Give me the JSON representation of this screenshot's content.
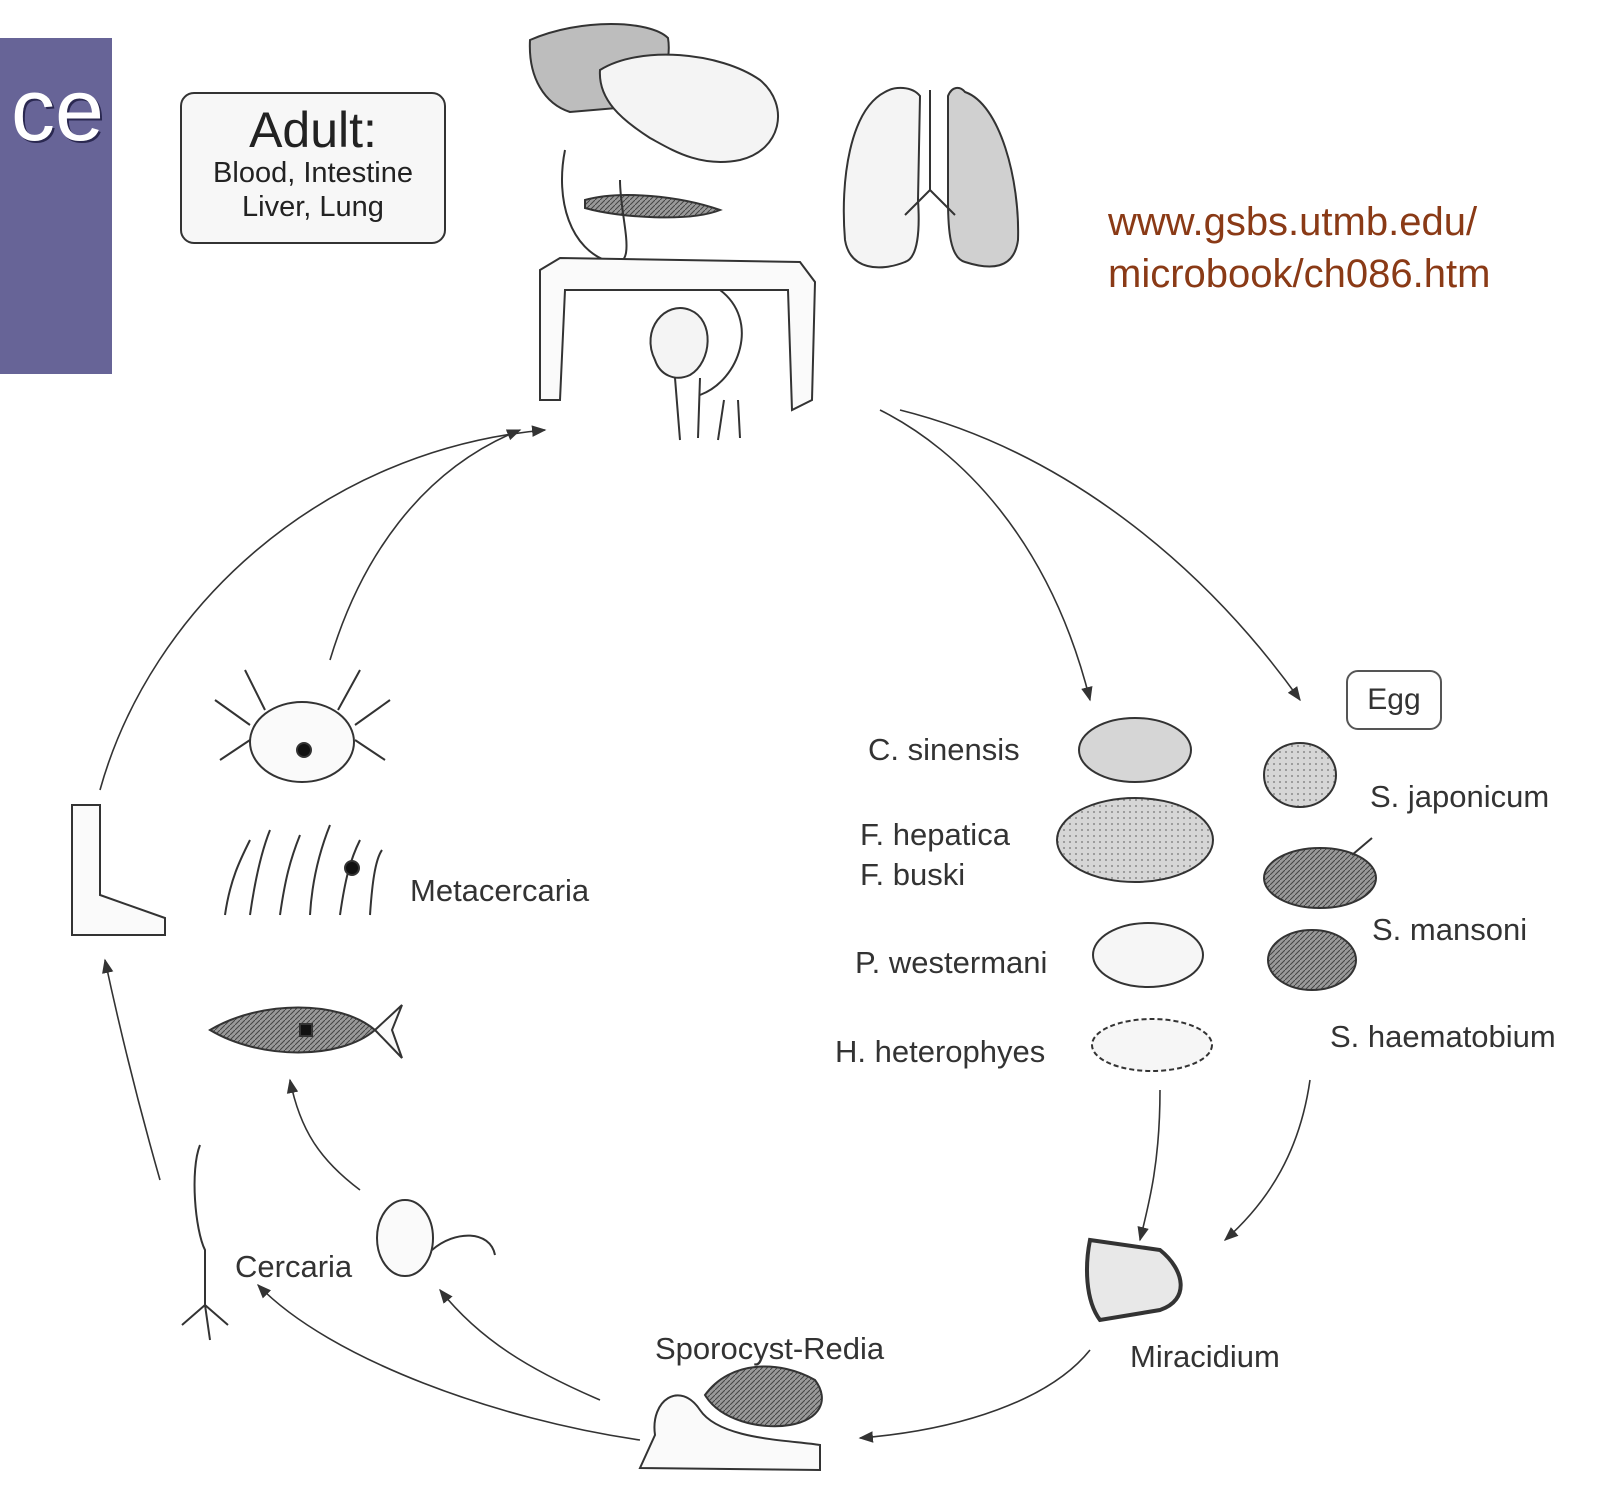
{
  "slide_title_fragment": "ce",
  "url_lines": [
    "www.gsbs.utmb.edu/",
    "microbook/ch086.htm"
  ],
  "adult_box": {
    "heading": "Adult:",
    "line1": "Blood, Intestine",
    "line2": "Liver, Lung"
  },
  "egg_box": "Egg",
  "egg_labels_left": [
    "C. sinensis",
    "F. hepatica",
    "F. buski",
    "P. westermani",
    "H. heterophyes"
  ],
  "egg_labels_right": [
    "S. japonicum",
    "S. mansoni",
    "S. haematobium"
  ],
  "stages": {
    "metacercaria": "Metacercaria",
    "cercaria": "Cercaria",
    "sporocyst_redia": "Sporocyst-Redia",
    "miracidium": "Miracidium"
  },
  "colors": {
    "title_block": "#676497",
    "url_text": "#8a3a16",
    "line": "#333333",
    "fill_gray": "#cfcfcf"
  }
}
